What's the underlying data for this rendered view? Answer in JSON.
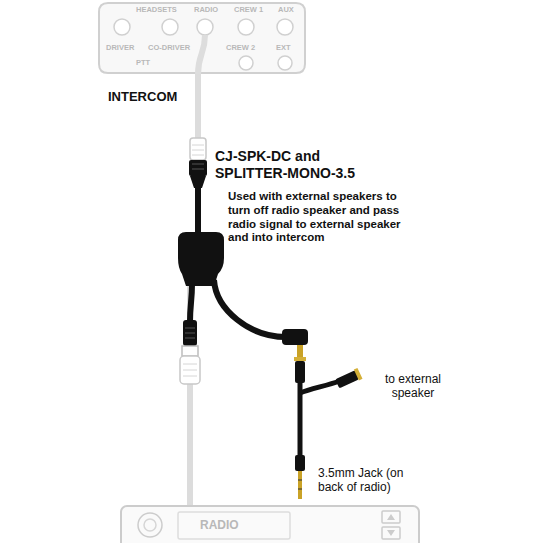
{
  "diagram": {
    "nodes": [
      {
        "text": [
          "HEADSETS",
          "RADIO",
          "CREW 1",
          "AUX",
          "DRIVER",
          "CO-DRIVER",
          "PTT",
          "CREW 2",
          "EXT",
          "INTERCOM"
        ]
      },
      {
        "text": [
          "RADIO"
        ]
      }
    ],
    "edges": [
      {
        "from": 0,
        "to": 1,
        "arrow": "none"
      }
    ],
    "labels": [
      "CJ-SPK-DC and SPLITTER-MONO-3.5",
      "Used with external speakers to turn off radio speaker and pass radio signal to external speaker and into intercom",
      "to external speaker",
      "3.5mm Jack (on back of radio)"
    ]
  }
}
